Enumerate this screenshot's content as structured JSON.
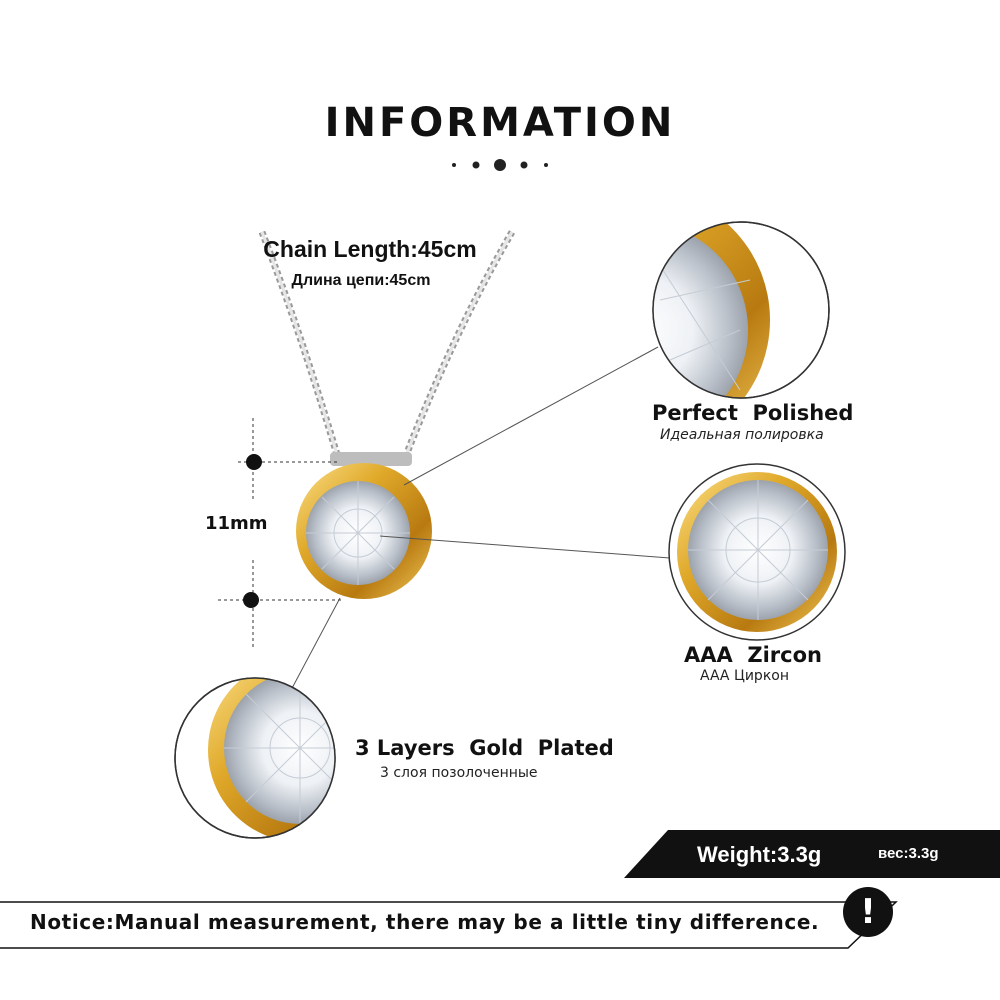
{
  "header": {
    "title": "INFORMATION"
  },
  "chain": {
    "length_en": "Chain Length:45cm",
    "length_ru": "Длина цепи:45cm"
  },
  "dimension": {
    "label": "11mm"
  },
  "features": {
    "polished": {
      "en": "Perfect  Polished",
      "ru": "Идеальная полировка"
    },
    "zircon": {
      "en": "AAA  Zircon",
      "ru": "AAA Циркон"
    },
    "plated": {
      "en": "3 Layers  Gold  Plated",
      "ru": "3 слоя позолоченные"
    }
  },
  "weight": {
    "en": "Weight:3.3g",
    "ru": "вес:3.3g"
  },
  "notice": {
    "text": "Notice:Manual measurement, there may be a little tiny difference.",
    "icon": "exclamation-icon"
  },
  "colors": {
    "gold": "#d9a520",
    "silver": "#c8c8c8",
    "dark": "#111111"
  }
}
